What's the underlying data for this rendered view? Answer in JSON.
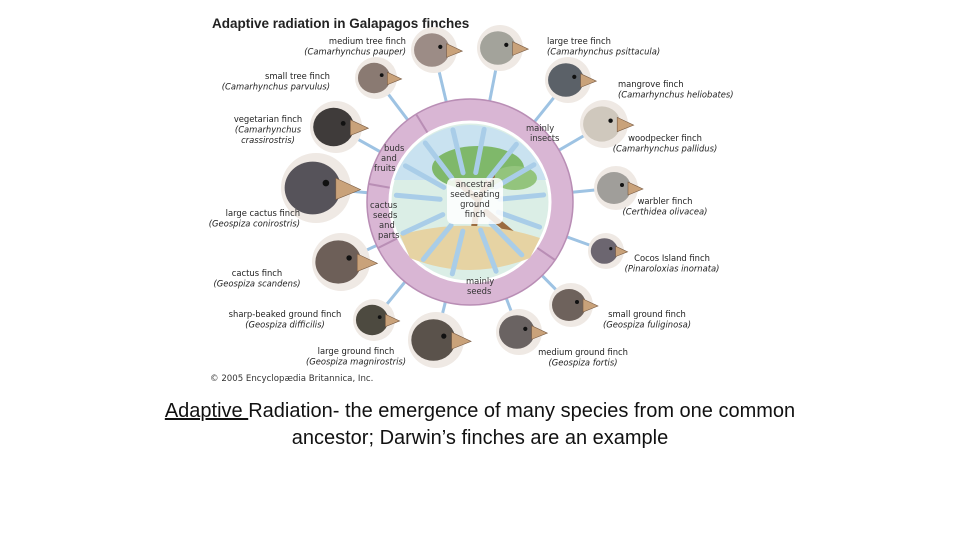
{
  "title": "Adaptive radiation in Galapagos finches",
  "copyright": "© 2005 Encyclopædia Britannica, Inc.",
  "center": [
    "ancestral",
    "seed-eating",
    "ground",
    "finch"
  ],
  "diet_groups": [
    {
      "id": "insects",
      "lines": [
        "mainly",
        "insects"
      ]
    },
    {
      "id": "buds",
      "lines": [
        "buds",
        "and",
        "fruits"
      ]
    },
    {
      "id": "cactus",
      "lines": [
        "cactus",
        "seeds",
        "and",
        "parts"
      ]
    },
    {
      "id": "seeds",
      "lines": [
        "mainly",
        "seeds"
      ]
    }
  ],
  "finches": [
    {
      "id": "medium-tree-finch",
      "name": "medium tree finch",
      "latin": [
        "(Camarhynchus pauper)"
      ],
      "color": "#9c8c86"
    },
    {
      "id": "large-tree-finch",
      "name": "large tree finch",
      "latin": [
        "(Camarhynchus psittacula)"
      ],
      "color": "#a3a39b"
    },
    {
      "id": "small-tree-finch",
      "name": "small tree finch",
      "latin": [
        "(Camarhynchus parvulus)"
      ],
      "color": "#8a7a72"
    },
    {
      "id": "mangrove-finch",
      "name": "mangrove finch",
      "latin": [
        "(Camarhynchus heliobates)"
      ],
      "color": "#5b6168"
    },
    {
      "id": "vegetarian-finch",
      "name": "vegetarian finch",
      "latin": [
        "(Camarhynchus",
        "crassirostris)"
      ],
      "color": "#3f3b3a"
    },
    {
      "id": "woodpecker-finch",
      "name": "woodpecker finch",
      "latin": [
        "(Camarhynchus pallidus)"
      ],
      "color": "#cfc8bd"
    },
    {
      "id": "large-cactus-finch",
      "name": "large cactus finch",
      "latin": [
        "(Geospiza conirostris)"
      ],
      "color": "#56535a"
    },
    {
      "id": "warbler-finch",
      "name": "warbler finch",
      "latin": [
        "(Certhidea olivacea)"
      ],
      "color": "#a09e9a"
    },
    {
      "id": "cocos-island-finch",
      "name": "Cocos Island finch",
      "latin": [
        "(Pinaroloxias inornata)"
      ],
      "color": "#6c6670"
    },
    {
      "id": "cactus-finch",
      "name": "cactus finch",
      "latin": [
        "(Geospiza scandens)"
      ],
      "color": "#6d5f58"
    },
    {
      "id": "sharp-beaked-ground-finch",
      "name": "sharp-beaked ground finch",
      "latin": [
        "(Geospiza difficilis)"
      ],
      "color": "#4d4a40"
    },
    {
      "id": "small-ground-finch",
      "name": "small ground finch",
      "latin": [
        "(Geospiza fuliginosa)"
      ],
      "color": "#6e625c"
    },
    {
      "id": "large-ground-finch",
      "name": "large ground finch",
      "latin": [
        "(Geospiza magnirostris)"
      ],
      "color": "#5a524b"
    },
    {
      "id": "medium-ground-finch",
      "name": "medium ground finch",
      "latin": [
        "(Geospiza fortis)"
      ],
      "color": "#6a6362"
    }
  ],
  "caption": {
    "term": "Adaptive ",
    "line1": "Radiation- the emergence of many species from one common",
    "line2": "ancestor;  Darwin’s finches are an example"
  },
  "colors": {
    "ring": "#d9b6d4",
    "ring_stroke": "#b98eb5",
    "spoke": "#9ec3e3",
    "beak": "#c9a27a"
  }
}
